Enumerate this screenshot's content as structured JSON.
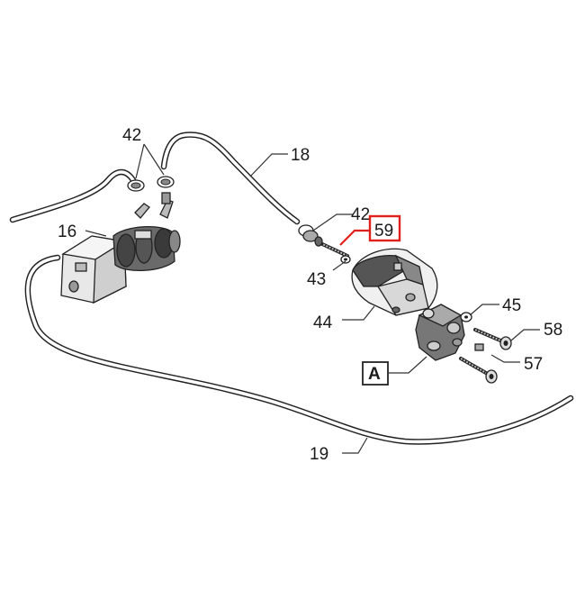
{
  "diagram": {
    "labels": {
      "l42_left": "42",
      "l16": "16",
      "l18": "18",
      "l42_right": "42",
      "l59": "59",
      "l43": "43",
      "l44": "44",
      "l45": "45",
      "l58": "58",
      "l57": "57",
      "lA": "A",
      "l19": "19"
    },
    "colors": {
      "highlight": "#e0201b",
      "line": "#222222"
    }
  }
}
